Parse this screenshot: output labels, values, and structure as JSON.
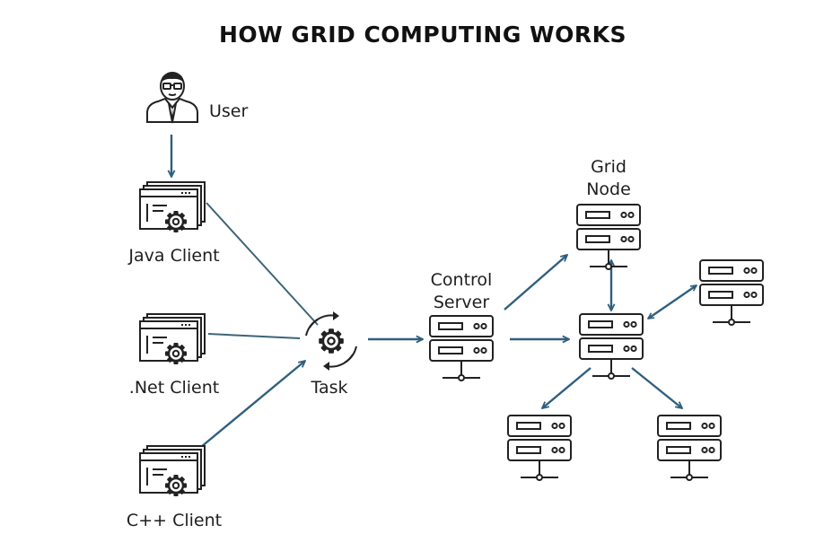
{
  "title": "HOW GRID COMPUTING WORKS",
  "nodes": {
    "user": {
      "label": "User",
      "icon": "user-icon"
    },
    "java_client": {
      "label": "Java Client",
      "icon": "client-window-gear-icon"
    },
    "net_client": {
      "label": ".Net Client",
      "icon": "client-window-gear-icon"
    },
    "cpp_client": {
      "label": "C++ Client",
      "icon": "client-window-gear-icon"
    },
    "task": {
      "label": "Task",
      "icon": "task-gear-cycle-icon"
    },
    "control_server": {
      "label_line1": "Control",
      "label_line2": "Server",
      "icon": "server-icon"
    },
    "grid_node": {
      "label_line1": "Grid",
      "label_line2": "Node",
      "icon": "server-icon"
    }
  },
  "colors": {
    "arrow": "#2f5f7d",
    "line": "#3d6478",
    "icon": "#222222",
    "text": "#1e1e1e"
  }
}
